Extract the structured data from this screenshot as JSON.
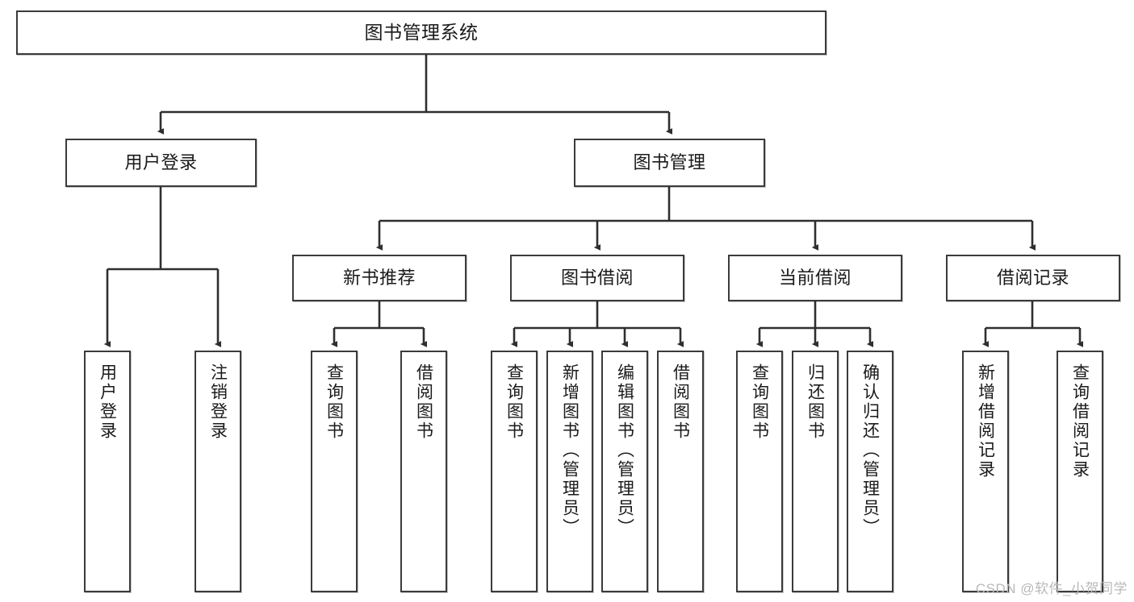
{
  "diagram": {
    "title": "图书管理系统",
    "watermark": "CSDN @软件_小贺同学",
    "style": {
      "border_color": "#3b3b3b",
      "background": "#ffffff",
      "text_color": "#1a1a1a",
      "watermark_color": "#b9b9b9"
    },
    "nodes": {
      "root": {
        "label": "图书管理系统"
      },
      "level2": [
        {
          "id": "user-login",
          "label": "用户登录"
        },
        {
          "id": "book-management",
          "label": "图书管理"
        }
      ],
      "level3": [
        {
          "id": "new-book-recommend",
          "label": "新书推荐"
        },
        {
          "id": "book-borrow",
          "label": "图书借阅"
        },
        {
          "id": "current-borrow",
          "label": "当前借阅"
        },
        {
          "id": "borrow-record",
          "label": "借阅记录"
        }
      ],
      "leaves": {
        "user-login": [
          {
            "id": "leaf-user-login",
            "label": "用户登录"
          },
          {
            "id": "leaf-logout-login",
            "label": "注销登录"
          }
        ],
        "new-book-recommend": [
          {
            "id": "leaf-query-book-1",
            "label": "查询图书"
          },
          {
            "id": "leaf-borrow-book-1",
            "label": "借阅图书"
          }
        ],
        "book-borrow": [
          {
            "id": "leaf-query-book-2",
            "label": "查询图书"
          },
          {
            "id": "leaf-add-book",
            "label": "新增图书（管理员）"
          },
          {
            "id": "leaf-edit-book",
            "label": "编辑图书（管理员）"
          },
          {
            "id": "leaf-borrow-book-2",
            "label": "借阅图书"
          }
        ],
        "current-borrow": [
          {
            "id": "leaf-query-book-3",
            "label": "查询图书"
          },
          {
            "id": "leaf-return-book",
            "label": "归还图书"
          },
          {
            "id": "leaf-confirm-return",
            "label": "确认归还（管理员）"
          }
        ],
        "borrow-record": [
          {
            "id": "leaf-add-record",
            "label": "新增借阅记录"
          },
          {
            "id": "leaf-query-record",
            "label": "查询借阅记录"
          }
        ]
      }
    }
  }
}
